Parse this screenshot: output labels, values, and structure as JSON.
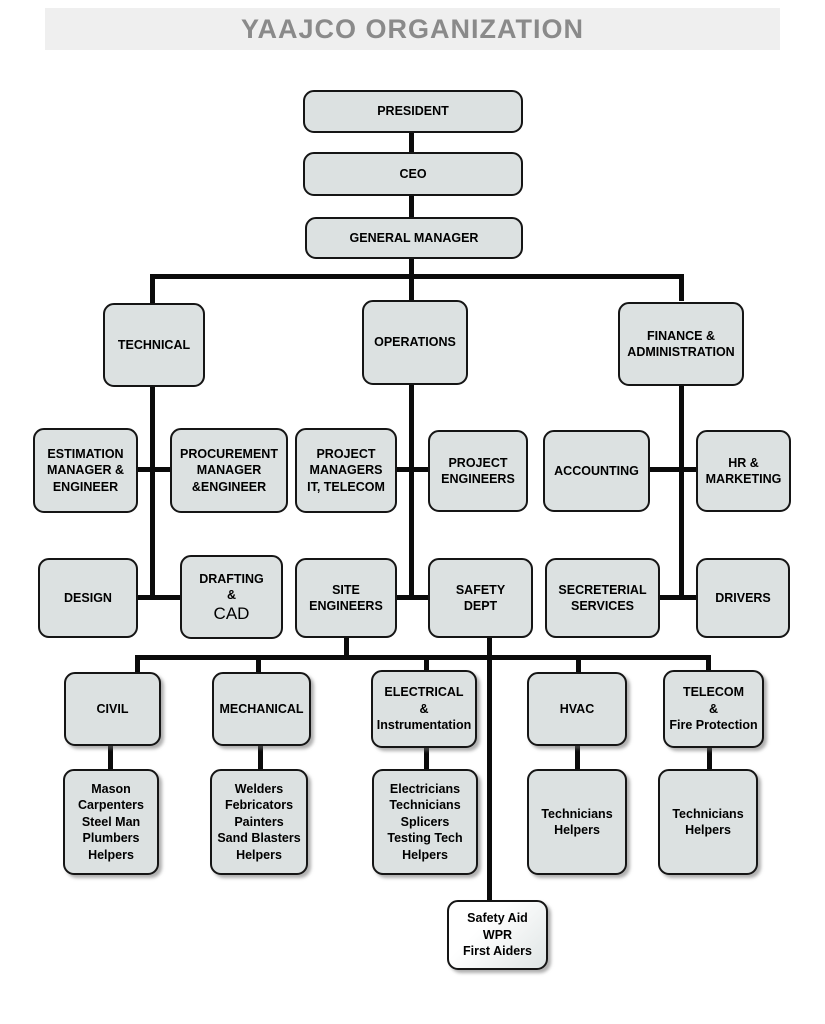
{
  "title": "YAAJCO ORGANIZATION",
  "colors": {
    "node_fill": "#dce1e1",
    "node_border": "#151515",
    "connector": "#0b0b0b",
    "header_bg": "#efefef",
    "title_text": "#8a8a8a",
    "page_bg": "#ffffff"
  },
  "nodes": {
    "president": {
      "lines": [
        "PRESIDENT"
      ]
    },
    "ceo": {
      "lines": [
        "CEO"
      ]
    },
    "general_manager": {
      "lines": [
        "GENERAL MANAGER"
      ]
    },
    "technical": {
      "lines": [
        "TECHNICAL"
      ]
    },
    "operations": {
      "lines": [
        "OPERATIONS"
      ]
    },
    "finance": {
      "lines": [
        "FINANCE &",
        "ADMINISTRATION"
      ]
    },
    "estimation": {
      "lines": [
        "ESTIMATION",
        "MANAGER &",
        "ENGINEER"
      ]
    },
    "procurement": {
      "lines": [
        "PROCUREMENT",
        "MANAGER",
        "&ENGINEER"
      ]
    },
    "project_managers": {
      "lines": [
        "PROJECT",
        "MANAGERS",
        "IT, TELECOM"
      ]
    },
    "project_engineers": {
      "lines": [
        "PROJECT",
        "ENGINEERS"
      ]
    },
    "accounting": {
      "lines": [
        "ACCOUNTING"
      ]
    },
    "hr_marketing": {
      "lines": [
        "HR &",
        "MARKETING"
      ]
    },
    "design": {
      "lines": [
        "DESIGN"
      ]
    },
    "drafting": {
      "lines": [
        "DRAFTING",
        "&",
        "CAD"
      ]
    },
    "site_engineers": {
      "lines": [
        "SITE",
        "ENGINEERS"
      ]
    },
    "safety_dept": {
      "lines": [
        "SAFETY",
        "DEPT"
      ]
    },
    "secreterial": {
      "lines": [
        "SECRETERIAL",
        "SERVICES"
      ]
    },
    "drivers": {
      "lines": [
        "DRIVERS"
      ]
    },
    "civil": {
      "lines": [
        "CIVIL"
      ]
    },
    "mechanical": {
      "lines": [
        "MECHANICAL"
      ]
    },
    "electrical": {
      "lines": [
        "ELECTRICAL",
        "&",
        "Instrumentation"
      ]
    },
    "hvac": {
      "lines": [
        "HVAC"
      ]
    },
    "telecom": {
      "lines": [
        "TELECOM",
        "&",
        "Fire Protection"
      ]
    },
    "civil_crew": {
      "lines": [
        "Mason",
        "Carpenters",
        "Steel Man",
        "Plumbers",
        "Helpers"
      ]
    },
    "mechanical_crew": {
      "lines": [
        "Welders",
        "Febricators",
        "Painters",
        "Sand Blasters",
        "Helpers"
      ]
    },
    "electrical_crew": {
      "lines": [
        "Electricians",
        "Technicians",
        "Splicers",
        "Testing Tech",
        "Helpers"
      ]
    },
    "hvac_crew": {
      "lines": [
        "Technicians",
        "Helpers"
      ]
    },
    "telecom_crew": {
      "lines": [
        "Technicians",
        "Helpers"
      ]
    },
    "safety_aid": {
      "lines": [
        "Safety Aid",
        "WPR",
        "First Aiders"
      ]
    }
  }
}
